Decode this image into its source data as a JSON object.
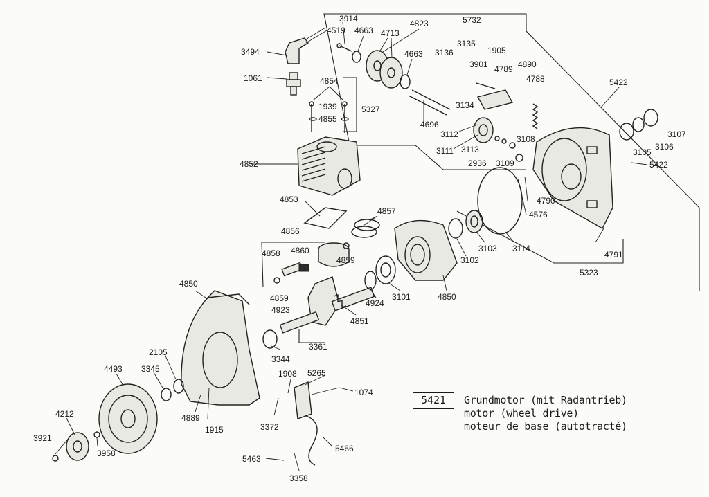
{
  "caption": {
    "code": "5421",
    "lines": [
      "Grundmotor (mit Radantrieb)",
      "motor (wheel drive)",
      "moteur de base (autotracté)"
    ]
  },
  "labels": [
    "3914",
    "4519",
    "4663",
    "4823",
    "4713",
    "4663",
    "5732",
    "3136",
    "3135",
    "1905",
    "3901",
    "4789",
    "4890",
    "4788",
    "5422",
    "3494",
    "1061",
    "4854",
    "1939",
    "4855",
    "5327",
    "4696",
    "3112",
    "3134",
    "3111",
    "3113",
    "2936",
    "3109",
    "3108",
    "3107",
    "3106",
    "3105",
    "5422",
    "4852",
    "4853",
    "4857",
    "4856",
    "4860",
    "4858",
    "4859",
    "4859",
    "4923",
    "4850",
    "3102",
    "3103",
    "3114",
    "4790",
    "4576",
    "4791",
    "5323",
    "3101",
    "4924",
    "4850",
    "4851",
    "3361",
    "3344",
    "2105",
    "4493",
    "3345",
    "1908",
    "5265",
    "1074",
    "4212",
    "4889",
    "1915",
    "3372",
    "3921",
    "3958",
    "5466",
    "5463",
    "3358"
  ]
}
